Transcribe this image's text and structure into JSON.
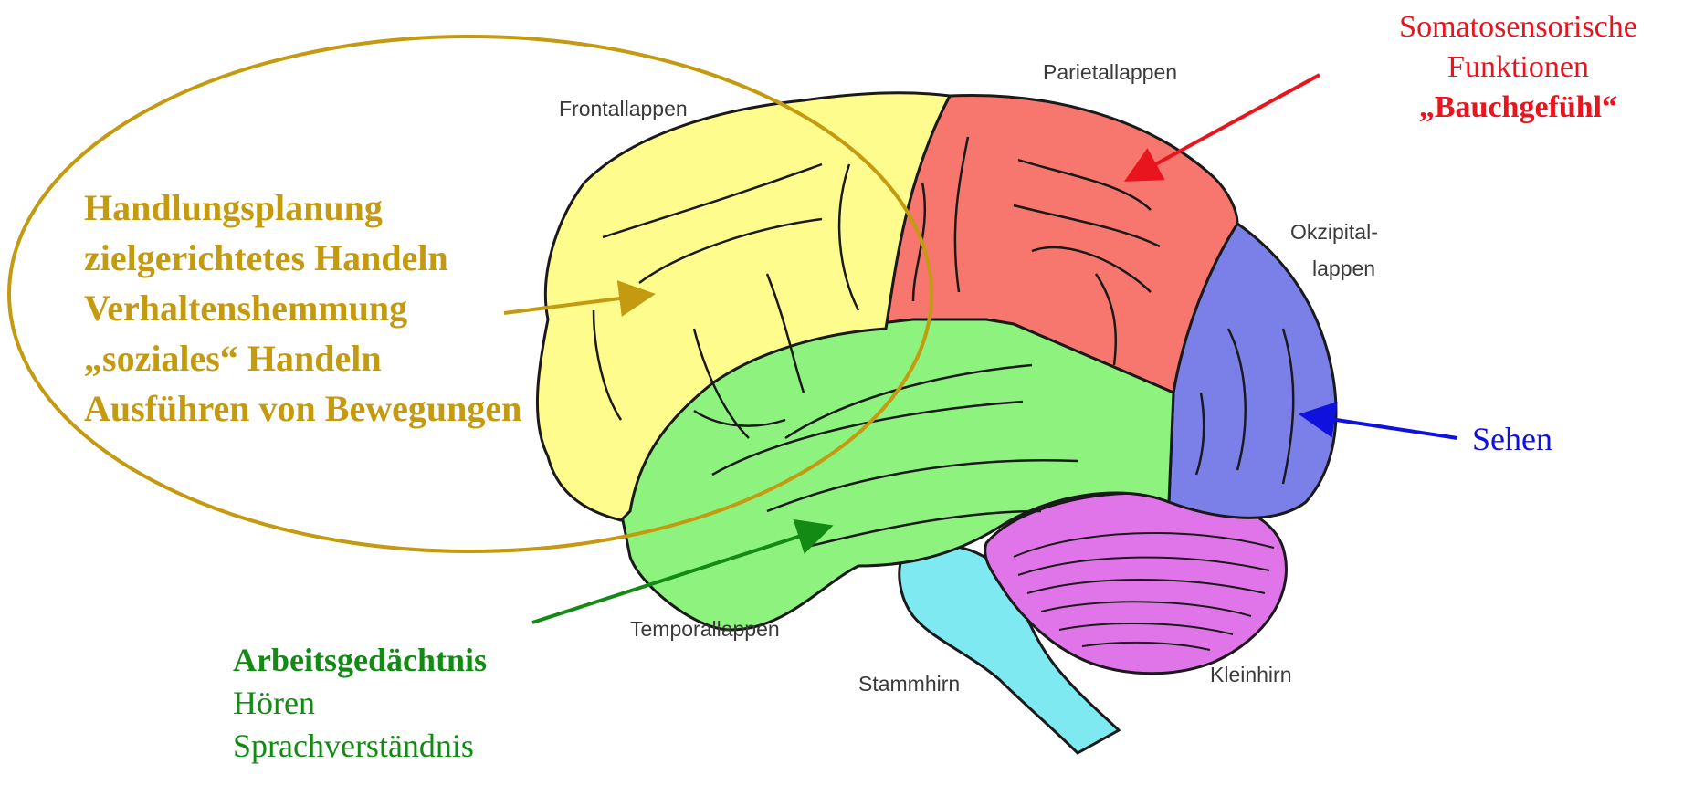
{
  "lobes": {
    "frontal": "Frontallappen",
    "parietal": "Parietallappen",
    "occipital_line1": "Okzipital-",
    "occipital_line2": "lappen",
    "temporal": "Temporallappen",
    "brainstem": "Stammhirn",
    "cerebellum": "Kleinhirn"
  },
  "annotations": {
    "frontal": {
      "lines": [
        "Handlungsplanung",
        "zielgerichtetes Handeln",
        "Verhaltenshemmung",
        "„soziales“ Handeln",
        "Ausführen von Bewegungen"
      ]
    },
    "parietal": {
      "line1": "Somatosensorische",
      "line2": "Funktionen",
      "line3": "„Bauchgefühl“"
    },
    "occipital": {
      "text": "Sehen"
    },
    "temporal": {
      "line1": "Arbeitsgedächtnis",
      "line2": "Hören",
      "line3": "Sprachverständnis"
    }
  },
  "colors": {
    "frontal": "#fefc8c",
    "parietal": "#f7766e",
    "occipital": "#7b7fe8",
    "temporal": "#8ef27e",
    "cerebellum": "#e075ea",
    "brainstem": "#7fe9f2",
    "frontal_annotation": "#c49a10",
    "parietal_annotation": "#e8141e",
    "occipital_annotation": "#1111dd",
    "temporal_annotation": "#138a14"
  }
}
